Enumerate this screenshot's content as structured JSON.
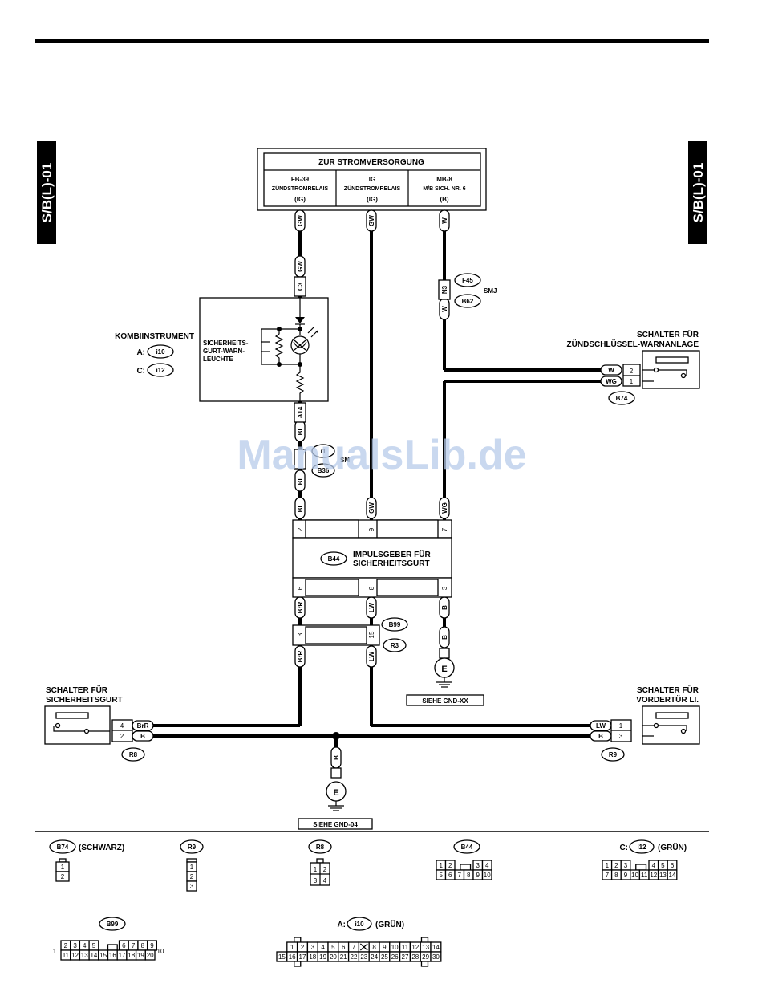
{
  "header": {
    "page_code": "S/B(L)-01"
  },
  "watermark": "ManualsLib.de",
  "power": {
    "title": "ZUR STROMVERSORGUNG",
    "cols": [
      {
        "name": "FB-39",
        "sub1": "ZÜNDSTROMRELAIS",
        "sub2": "",
        "circuit": "(IG)"
      },
      {
        "name": "IG",
        "sub1": "ZÜNDSTROMRELAIS",
        "sub2": "",
        "circuit": "(IG)"
      },
      {
        "name": "MB-8",
        "sub1": "M/B SICH. NR. 6",
        "sub2": "",
        "circuit": "(B)"
      }
    ]
  },
  "wires": {
    "gw": "GW",
    "w": "W",
    "bl": "BL",
    "wg": "WG",
    "brr": "BrR",
    "lw": "LW",
    "b": "B"
  },
  "pins": {
    "c3": "C3",
    "a14": "A14",
    "n3": "N3",
    "b44_2": "2",
    "b44_9": "9",
    "b44_7": "7",
    "b44_6": "6",
    "b44_8": "8",
    "b44_3": "3",
    "r3_3": "3",
    "r3_15": "15",
    "b74_2": "2",
    "b74_1": "1",
    "r8_4": "4",
    "r8_2": "2",
    "r9_1": "1",
    "r9_3": "3"
  },
  "components": {
    "kombi": "KOMBIINSTRUMENT",
    "kombi_a": "A:",
    "kombi_a_conn": "i10",
    "kombi_c": "C:",
    "kombi_c_conn": "i12",
    "lamp_line1": "SICHERHEITS-",
    "lamp_line2": "GURT-WARN-",
    "lamp_line3": "LEUCHTE",
    "smj": "SMJ",
    "f45": "F45",
    "b62": "B62",
    "i1": "i1",
    "b36": "B36",
    "sm": "SM",
    "key_switch_1": "SCHALTER FÜR",
    "key_switch_2": "ZÜNDSCHLÜSSEL-WARNANLAGE",
    "b74": "B74",
    "pulse_conn": "B44",
    "pulse_1": "IMPULSGEBER FÜR",
    "pulse_2": "SICHERHEITSGURT",
    "b99": "B99",
    "r3": "R3",
    "gnd_xx": "SIEHE GND-XX",
    "gnd_04": "SIEHE GND-04",
    "belt_sw_1": "SCHALTER FÜR",
    "belt_sw_2": "SICHERHEITSGURT",
    "r8": "R8",
    "door_sw_1": "SCHALTER FÜR",
    "door_sw_2": "VORDERTÜR LI.",
    "r9": "R9",
    "ground": "E"
  },
  "connectors": {
    "b74": {
      "prefix": "",
      "code": "B74",
      "color": "(SCHWARZ)"
    },
    "r9": {
      "prefix": "",
      "code": "R9",
      "color": ""
    },
    "r8": {
      "prefix": "",
      "code": "R8",
      "color": ""
    },
    "b44": {
      "prefix": "",
      "code": "B44",
      "color": ""
    },
    "i12": {
      "prefix": "C:",
      "code": "i12",
      "color": "(GRÜN)"
    },
    "b99": {
      "prefix": "",
      "code": "B99",
      "color": ""
    },
    "i10": {
      "prefix": "A:",
      "code": "i10",
      "color": "(GRÜN)"
    }
  },
  "pinouts": {
    "b74": [
      "1",
      "2"
    ],
    "r9": [
      "1",
      "2",
      "3"
    ],
    "r8": [
      "1",
      "2",
      "3",
      "4"
    ],
    "b44_top": [
      "1",
      "2",
      "3",
      "4"
    ],
    "b44_bot": [
      "5",
      "6",
      "7",
      "8",
      "9",
      "10"
    ],
    "i12_top": [
      "1",
      "2",
      "3",
      "4",
      "5",
      "6"
    ],
    "i12_bot": [
      "7",
      "8",
      "9",
      "10",
      "11",
      "12",
      "13",
      "14"
    ],
    "b99_side": [
      "1",
      "10"
    ],
    "b99_top": [
      "2",
      "3",
      "4",
      "5",
      "6",
      "7",
      "8",
      "9"
    ],
    "b99_bot": [
      "11",
      "12",
      "13",
      "14",
      "15",
      "16",
      "17",
      "18",
      "19",
      "20"
    ],
    "i10_top": [
      "1",
      "2",
      "3",
      "4",
      "5",
      "6",
      "7",
      "8",
      "9",
      "10",
      "11",
      "12",
      "13",
      "14"
    ],
    "i10_bot": [
      "15",
      "16",
      "17",
      "18",
      "19",
      "20",
      "21",
      "22",
      "23",
      "24",
      "25",
      "26",
      "27",
      "28",
      "29",
      "30"
    ]
  }
}
